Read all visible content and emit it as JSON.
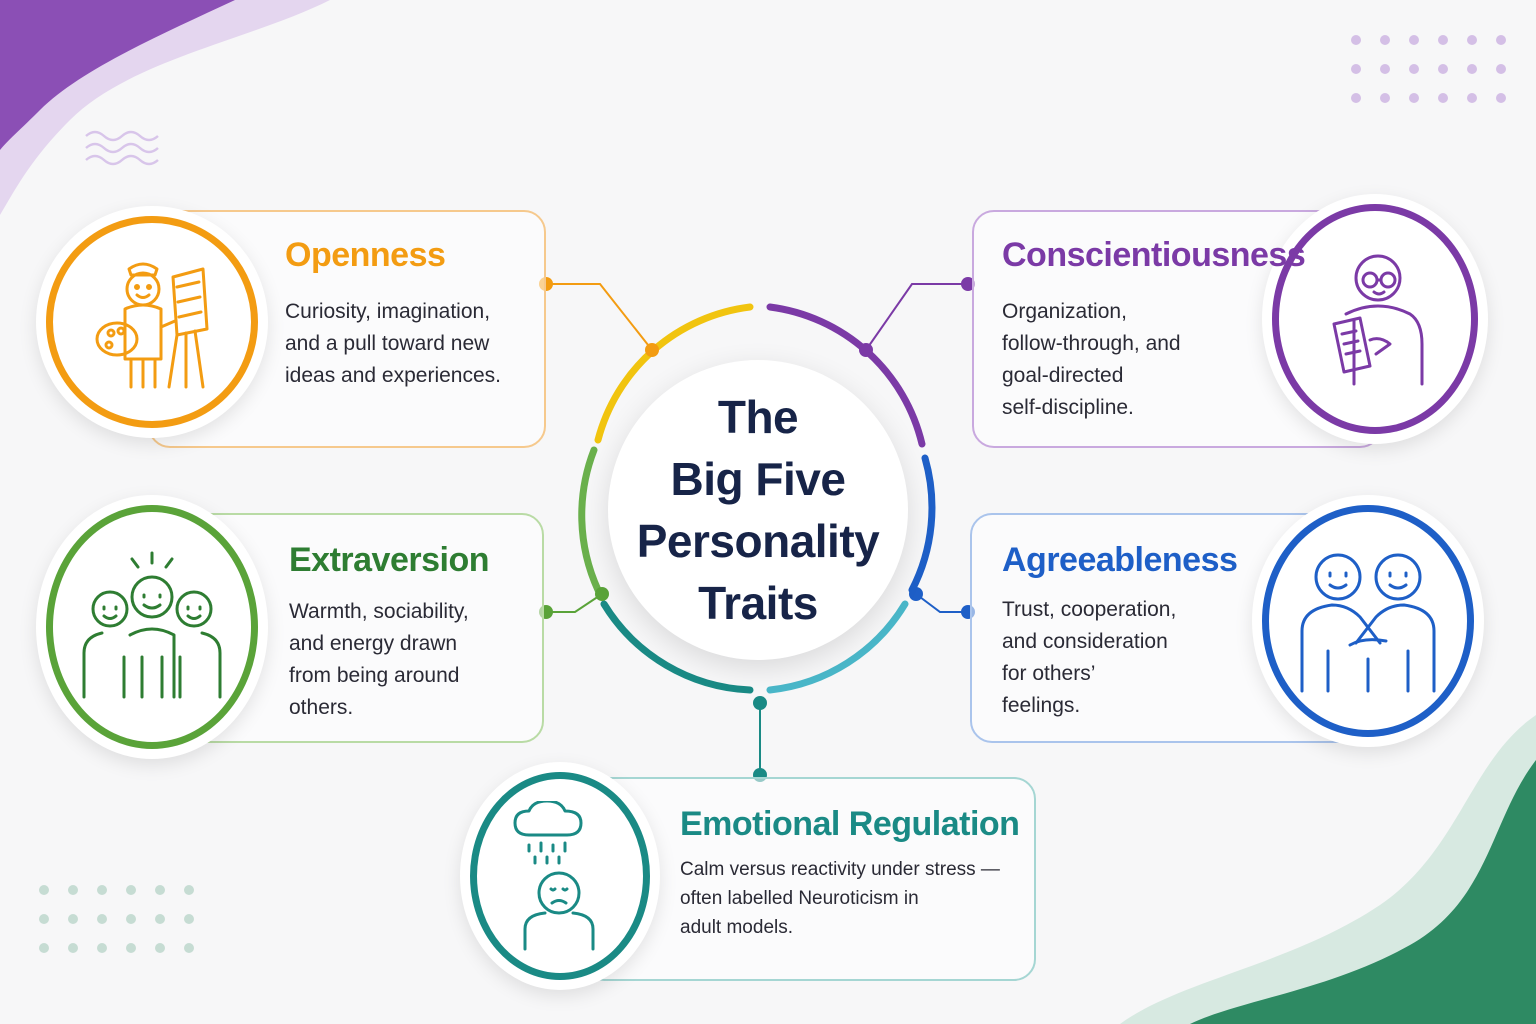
{
  "center": {
    "title": "The\nBig Five\nPersonality\nTraits"
  },
  "traits": [
    {
      "key": "openness",
      "title": "Openness",
      "description": "Curiosity, imagination,\nand a pull toward new\nideas and experiences.",
      "color": "#f39c12",
      "icon": "painter-easel-icon"
    },
    {
      "key": "conscientiousness",
      "title": "Conscientiousness",
      "description": "Organization,\nfollow-through, and\ngoal-directed\nself-discipline.",
      "color": "#7b3aa6",
      "icon": "person-clipboard-icon"
    },
    {
      "key": "extraversion",
      "title": "Extraversion",
      "description": "Warmth, sociability,\nand energy drawn\nfrom being around\nothers.",
      "color": "#2e7d32",
      "icon": "group-people-icon"
    },
    {
      "key": "agreeableness",
      "title": "Agreeableness",
      "description": "Trust, cooperation,\nand consideration\nfor others’\nfeelings.",
      "color": "#1e5fc7",
      "icon": "handshake-icon"
    },
    {
      "key": "emotional_regulation",
      "title": "Emotional Regulation",
      "description": "Calm versus reactivity under stress —\noften labelled Neuroticism in\nadult models.",
      "color": "#1a8a85",
      "icon": "rain-cloud-sad-icon"
    }
  ]
}
